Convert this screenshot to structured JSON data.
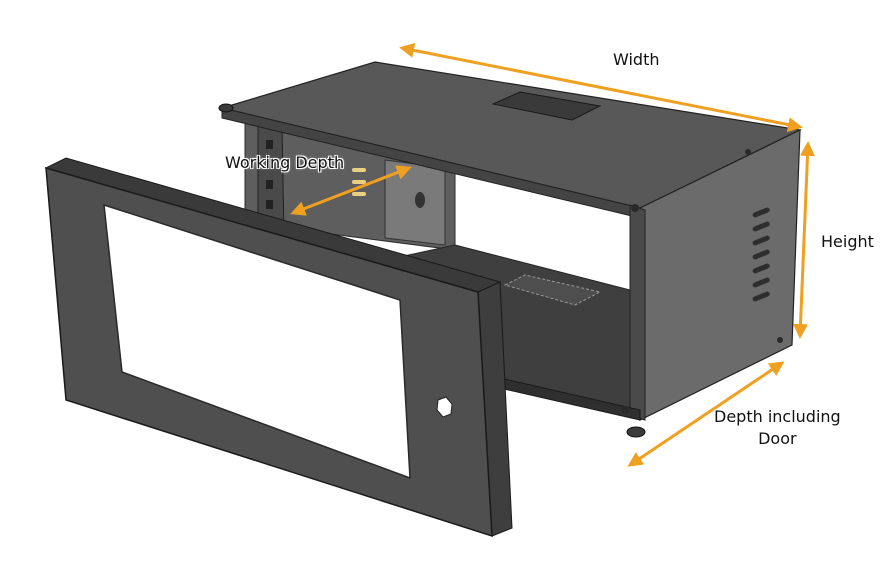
{
  "labels": {
    "width": "Width",
    "working_depth": "Working Depth",
    "height": "Height",
    "depth_line1": "Depth including",
    "depth_line2": "Door"
  },
  "colors": {
    "arrow": "#f0a020",
    "cabinet_top": "#585858",
    "cabinet_side": "#6b6b6b",
    "cabinet_dark": "#3a3a3a",
    "door_frame": "#4d4d4d",
    "door_glass": "#ffffff"
  }
}
